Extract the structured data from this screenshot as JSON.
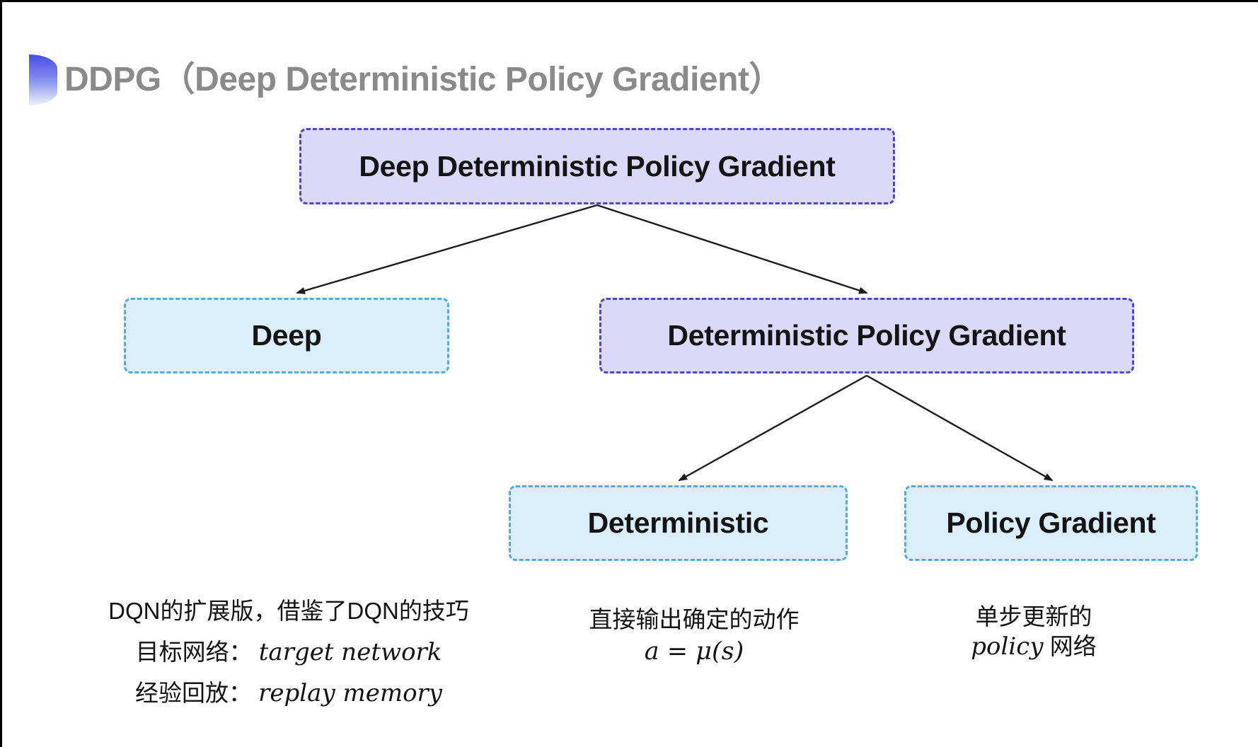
{
  "title": {
    "text": "DDPG（Deep Deterministic Policy Gradient）"
  },
  "nodes": {
    "root": {
      "label": "Deep Deterministic Policy Gradient"
    },
    "deep": {
      "label": "Deep"
    },
    "dpg": {
      "label": "Deterministic Policy Gradient"
    },
    "deterministic": {
      "label": "Deterministic"
    },
    "policy_gradient": {
      "label": "Policy Gradient"
    }
  },
  "notes": {
    "deep": {
      "line1": "DQN的扩展版，借鉴了DQN的技巧",
      "line2_label": "目标网络：",
      "line2_value": "target network",
      "line3_label": "经验回放：",
      "line3_value": "replay memory"
    },
    "deterministic": {
      "line1": "直接输出确定的动作",
      "formula": "a = μ(s)"
    },
    "policy_gradient": {
      "line1": "单步更新的",
      "line2_italic": "policy",
      "line2_rest": " 网络"
    }
  },
  "colors": {
    "purple-fill": "#dcd8f8",
    "purple-border": "#4747d1",
    "cyan-fill": "#daeffb",
    "cyan-border": "#56aadc",
    "title-color": "#8a8a8a",
    "text-color": "#141414",
    "arrow-color": "#1c1c1c",
    "icon-top": "#474ce6",
    "icon-bottom": "#eef1fd"
  }
}
